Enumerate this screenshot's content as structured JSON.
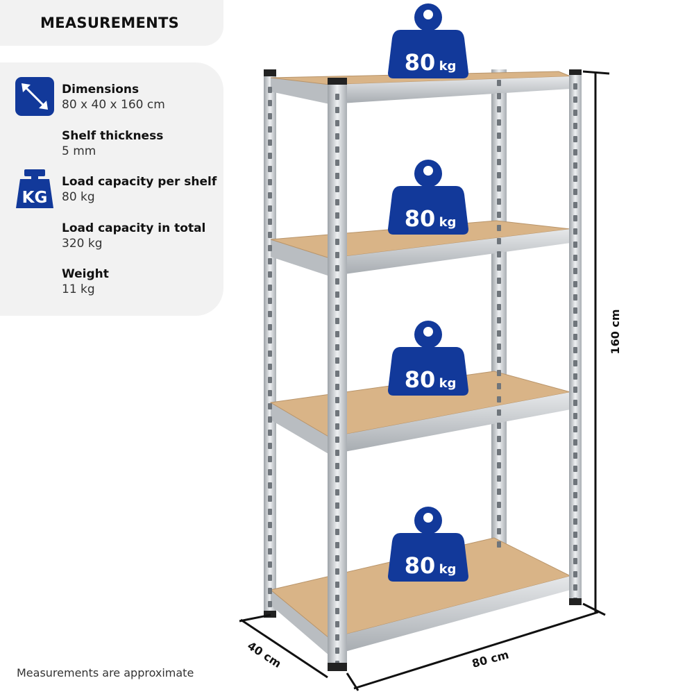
{
  "title": "MEASUREMENTS",
  "specs": [
    {
      "label": "Dimensions",
      "value": "80 x 40 x 160 cm",
      "icon": "diagonal-arrow-icon"
    },
    {
      "label": "Shelf thickness",
      "value": "5 mm"
    },
    {
      "label": "Load capacity per shelf",
      "value": "80 kg",
      "icon": "kg-weight-icon",
      "icon_text": "KG"
    },
    {
      "label": "Load capacity in total",
      "value": "320 kg"
    },
    {
      "label": "Weight",
      "value": "11 kg"
    }
  ],
  "shelf_loads": [
    {
      "num": "80",
      "unit": "kg"
    },
    {
      "num": "80",
      "unit": "kg"
    },
    {
      "num": "80",
      "unit": "kg"
    },
    {
      "num": "80",
      "unit": "kg"
    }
  ],
  "dimensions": {
    "height": "160 cm",
    "width": "80 cm",
    "depth": "40 cm"
  },
  "footnote": "Measurements are approximate",
  "colors": {
    "accent": "#12399a",
    "panel": "#f2f2f2",
    "board": "#d9b487",
    "metal": "#c9ccd0"
  }
}
